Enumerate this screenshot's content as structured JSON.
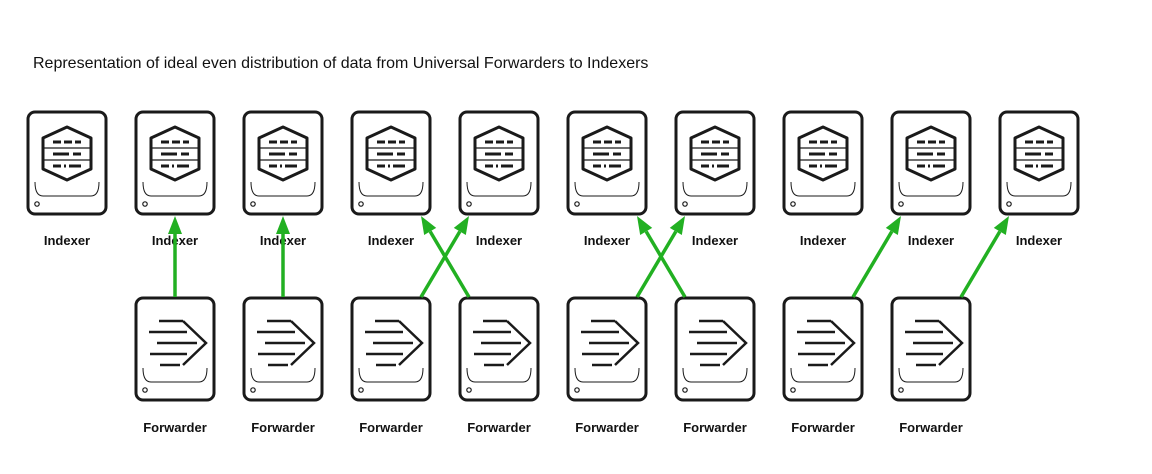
{
  "title": "Representation of ideal even distribution of data from Universal Forwarders to Indexers",
  "colors": {
    "arrow": "#22b022",
    "stroke": "#1a1a1a"
  },
  "indexers": [
    "Indexer",
    "Indexer",
    "Indexer",
    "Indexer",
    "Indexer",
    "Indexer",
    "Indexer",
    "Indexer",
    "Indexer",
    "Indexer"
  ],
  "forwarders": [
    "Forwarder",
    "Forwarder",
    "Forwarder",
    "Forwarder",
    "Forwarder",
    "Forwarder",
    "Forwarder",
    "Forwarder"
  ],
  "connections": [
    [
      0,
      1
    ],
    [
      1,
      2
    ],
    [
      2,
      4
    ],
    [
      3,
      3
    ],
    [
      4,
      6
    ],
    [
      5,
      5
    ],
    [
      6,
      8
    ],
    [
      7,
      9
    ]
  ]
}
